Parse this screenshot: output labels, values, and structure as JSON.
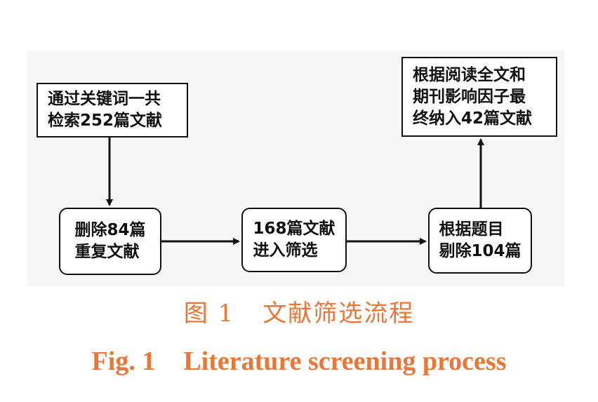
{
  "nodes": {
    "search": {
      "line1": "通过关键词一共",
      "line2": "检索252篇文献"
    },
    "dedup": {
      "line1": "删除84篇",
      "line2": "重复文献"
    },
    "screen": {
      "line1": "168篇文献",
      "line2": "进入筛选"
    },
    "title": {
      "line1": "根据题目",
      "line2": "剔除104篇"
    },
    "final": {
      "line1": "根据阅读全文和",
      "line2": "期刊影响因子最",
      "line3": "终纳入42篇文献"
    }
  },
  "caption": {
    "cn_label": "图 1",
    "cn_title": "文献筛选流程",
    "en_label": "Fig. 1",
    "en_title": "Literature screening process"
  },
  "colors": {
    "caption": "#e8773a",
    "border": "#111111",
    "panel_background": "#f7f7f7"
  }
}
